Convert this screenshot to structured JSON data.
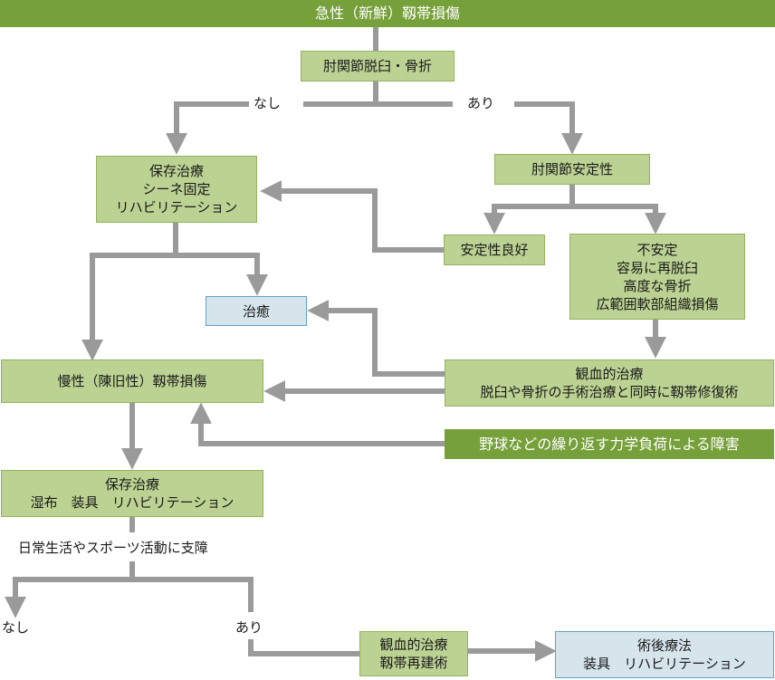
{
  "title": "急性（新鮮）靱帯損傷",
  "nodes": {
    "fracture": "肘関節脱臼・骨折",
    "conservative": "保存治療\nシーネ固定\nリハビリテーション",
    "stability": "肘関節安定性",
    "stable": "安定性良好",
    "unstable": "不安定\n容易に再脱臼\n高度な骨折\n広範囲軟部組織損傷",
    "healed": "治癒",
    "chronic": "慢性（陳旧性）靱帯損傷",
    "surgical": "観血的治療\n脱臼や骨折の手術治療と同時に靱帯修復術",
    "overuse": "野球などの繰り返す力学負荷による障害",
    "conservative2": "保存治療\n湿布　装具　リハビリテーション",
    "surgical2": "観血的治療\n靱帯再建術",
    "postop": "術後療法\n装具　リハビリテーション"
  },
  "labels": {
    "none1": "なし",
    "yes1": "あり",
    "impairment": "日常生活やスポーツ活動に支障",
    "none2": "なし",
    "yes2": "あり"
  },
  "colors": {
    "dark_green": "#76a03a",
    "light_green": "#bcd293",
    "light_blue": "#d6e4ec",
    "connector": "#9a9a9a"
  }
}
